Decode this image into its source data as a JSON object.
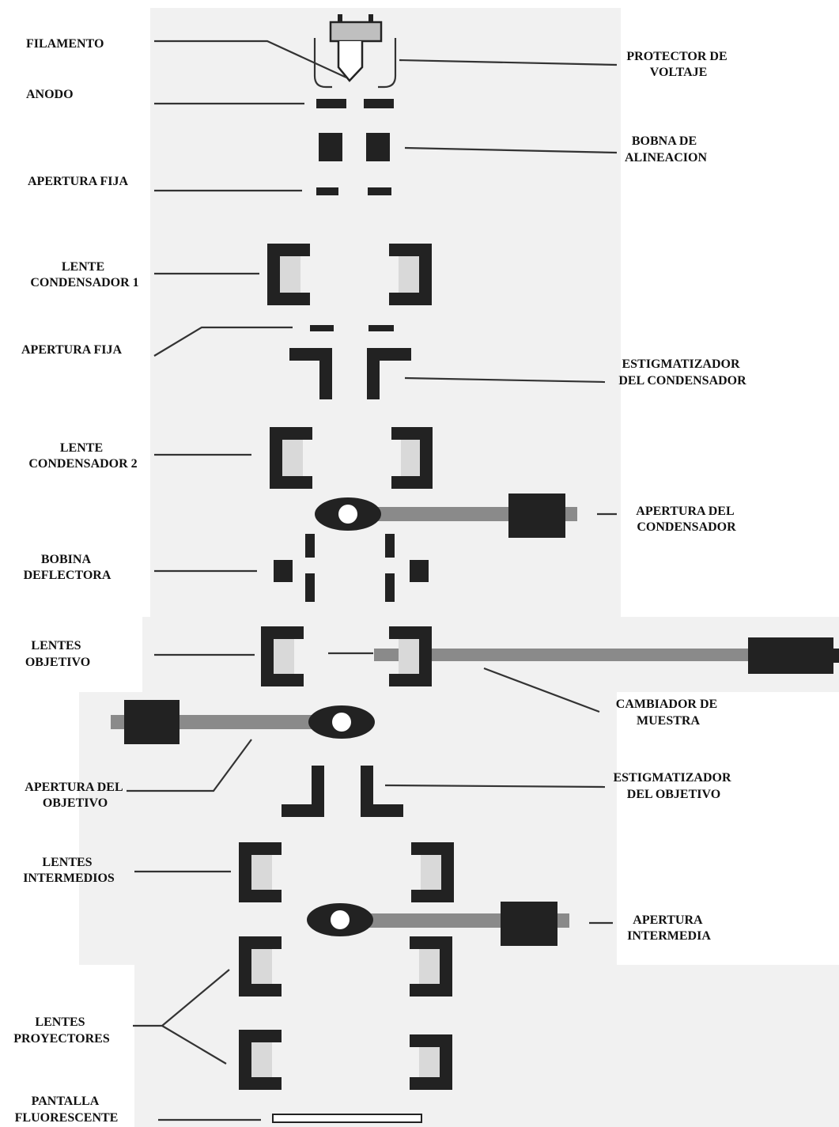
{
  "labels": {
    "filamento": "FILAMENTO",
    "anodo": "ANODO",
    "apertura_fija_1": "APERTURA FIJA",
    "lente_condensador_1": [
      "LENTE",
      "CONDENSADOR 1"
    ],
    "apertura_fija_2": "APERTURA FIJA",
    "lente_condensador_2": [
      "LENTE",
      "CONDENSADOR 2"
    ],
    "bobina_deflectora": [
      "BOBINA",
      "DEFLECTORA"
    ],
    "lentes_objetivo": [
      "LENTES",
      "OBJETIVO"
    ],
    "apertura_del_objetivo": [
      "APERTURA DEL",
      "OBJETIVO"
    ],
    "lentes_intermedios": [
      "LENTES",
      "INTERMEDIOS"
    ],
    "lentes_proyectores": [
      "LENTES",
      "PROYECTORES"
    ],
    "pantalla_fluorescente": [
      "PANTALLA",
      "FLUORESCENTE"
    ],
    "protector_de_voltaje": [
      "PROTECTOR DE",
      "VOLTAJE"
    ],
    "bobna_de_alineacion": [
      "BOBNA DE",
      "ALINEACION"
    ],
    "estigmatizador_del_condensador": [
      "ESTIGMATIZADOR",
      "DEL CONDENSADOR"
    ],
    "apertura_del_condensador": [
      "APERTURA DEL",
      "CONDENSADOR"
    ],
    "cambiador_de_muestra": [
      "CAMBIADOR DE",
      "MUESTRA"
    ],
    "estigmatizador_del_objetivo": [
      "ESTIGMATIZADOR",
      "DEL OBJETIVO"
    ],
    "apertura_intermedia": [
      "APERTURA",
      "INTERMEDIA"
    ]
  },
  "colors": {
    "component": "#222222",
    "lens_core": "#d9d9d9",
    "rod": "#8a8a8a",
    "background_panel": "#f1f1f1"
  }
}
